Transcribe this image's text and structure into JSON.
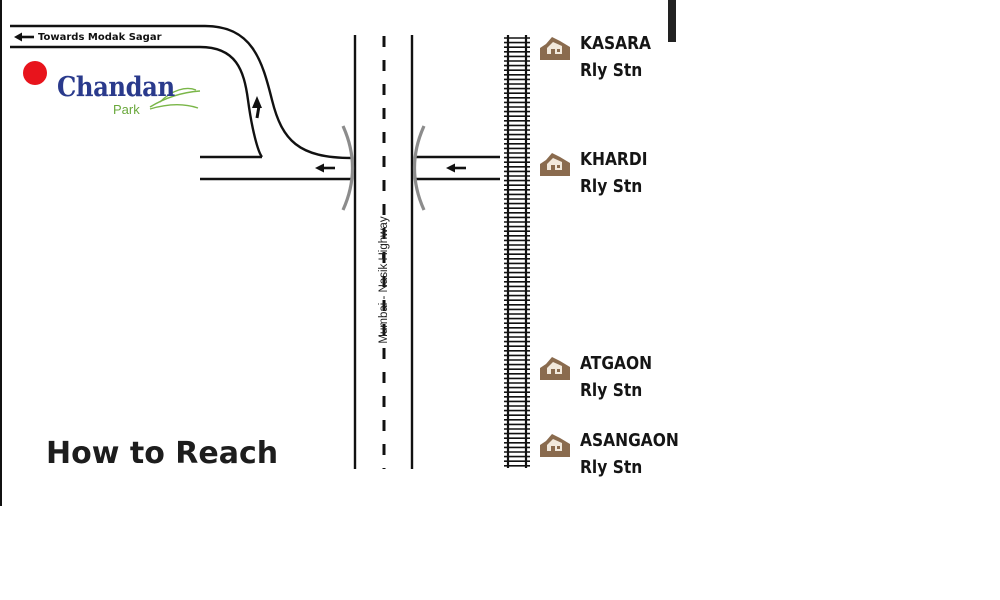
{
  "heading": "How to Reach",
  "destination_road": "Towards Modak Sagar",
  "brand": {
    "name": "Chandan",
    "subtitle": "Park",
    "marker_color": "#e8141c",
    "name_color": "#2a3a8c",
    "leaf_color": "#7ab648"
  },
  "highway": "Mumbai - Nasik Highway",
  "stations": [
    {
      "name": "KASARA",
      "suffix": "Rly Stn"
    },
    {
      "name": "KHARDI",
      "suffix": "Rly Stn"
    },
    {
      "name": "ATGAON",
      "suffix": "Rly Stn"
    },
    {
      "name": "ASANGAON",
      "suffix": "Rly Stn"
    }
  ],
  "icons": {
    "station": "railway-station-icon",
    "direction": "arrow-icon",
    "location": "location-marker-icon"
  },
  "colors": {
    "road": "#111111",
    "bridge": "#8c8c8c",
    "station_icon": "#8a6b4e"
  }
}
